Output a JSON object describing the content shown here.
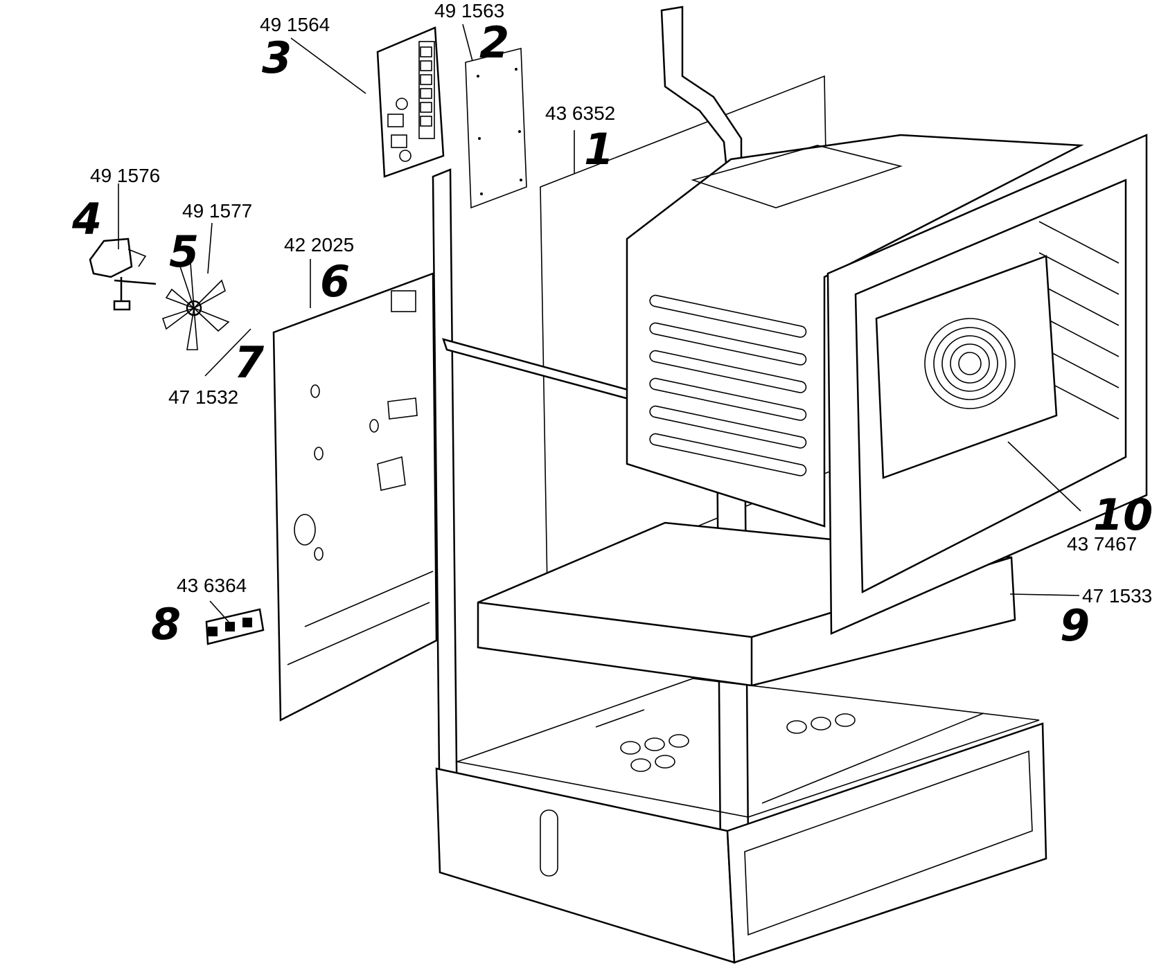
{
  "diagram": {
    "parts": [
      {
        "callout": "1",
        "part_number": "43 6352"
      },
      {
        "callout": "2",
        "part_number": "49 1563"
      },
      {
        "callout": "3",
        "part_number": "49 1564"
      },
      {
        "callout": "4",
        "part_number": "49 1576"
      },
      {
        "callout": "5",
        "part_number": "49 1577"
      },
      {
        "callout": "6",
        "part_number": "42 2025"
      },
      {
        "callout": "7",
        "part_number": "47 1532"
      },
      {
        "callout": "8",
        "part_number": "43 6364"
      },
      {
        "callout": "9",
        "part_number": "47 1533"
      },
      {
        "callout": "10",
        "part_number": "43 7467"
      }
    ]
  }
}
